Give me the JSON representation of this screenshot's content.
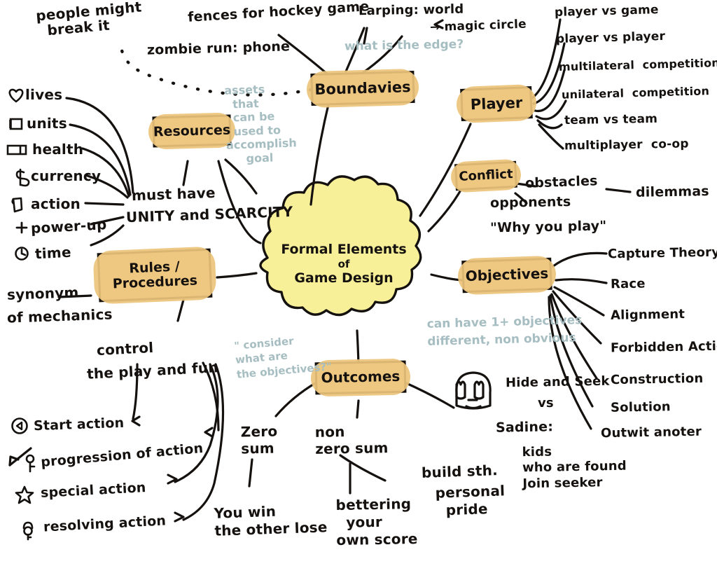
{
  "title": "Formal Elements of Game Design",
  "colors": {
    "ink": "#14110f",
    "node_fill": "#f4ddb4",
    "node_highlight": "#edc47c",
    "cloud_fill": "#f7f099",
    "annotation": "#a6bec1",
    "background": "#ffffff"
  },
  "center": {
    "line1": "Formal Elements",
    "line2": "of",
    "line3": "Game Design"
  },
  "nodes": {
    "boundaries": "Boundavies",
    "player": "Player",
    "conflict": "Conflict",
    "resources": "Resources",
    "rules": "Rules /\nProcedures",
    "objectives": "Objectives",
    "outcomes": "Outcomes"
  },
  "annotations": {
    "assets": "assets\n  that\n  can be\n  used to\naccomplish\n     goal",
    "what_is_the_edge": "what is the edge?",
    "objectives_note": "can have 1+ objectives\ndifferent, non obvious",
    "consider_note": "\" consider\nwhat are\nthe objectives?\""
  },
  "boundaries_branch": {
    "people_might_break_it": "people might\n  break it",
    "fences": "fences for hockey game",
    "zombie_run": "zombie run: phone",
    "larping": "Larping: world",
    "magic_circle": "→ magic circle"
  },
  "player_branch": {
    "items": [
      "player vs game",
      "player vs player",
      "multilateral  competition",
      "unilateral  competition",
      "team vs team",
      "multiplayer  co-op"
    ]
  },
  "conflict_branch": {
    "obstacles": "obstacles",
    "dilemmas": "dilemmas",
    "opponents": "opponents",
    "why_you_play": "\"Why you play\""
  },
  "objectives_branch": {
    "items": [
      "Capture Theory",
      "Race",
      "Alignment",
      "Forbidden Action",
      "Construction",
      "Solution",
      "Outwit anoter"
    ],
    "example": {
      "hide_and_seek": "Hide and Seek",
      "vs": "vs",
      "sadine": "Sadine:",
      "sadine_detail": "kids\nwho are found\nJoin seeker"
    }
  },
  "resources_branch": {
    "items": [
      {
        "icon": "heart-icon",
        "label": "lives"
      },
      {
        "icon": "square-icon",
        "label": "units"
      },
      {
        "icon": "health-bar-icon",
        "label": "health"
      },
      {
        "icon": "dollar-icon",
        "label": "currency"
      },
      {
        "icon": "hand-cursor-icon",
        "label": "action"
      },
      {
        "icon": "plus-icon",
        "label": "power-up"
      },
      {
        "icon": "clock-icon",
        "label": "time"
      }
    ],
    "must_have": "must have",
    "unity_scarcity": "UNITY and SCARCITY"
  },
  "rules_branch": {
    "synonym": "synonym",
    "of_mechanics": "of mechanics",
    "control": "control",
    "play_and_fun": "the play and fun",
    "actions": [
      {
        "icon": "play-circle-icon",
        "label": "Start action"
      },
      {
        "icon": "key-icon",
        "label": "progression of action"
      },
      {
        "icon": "star-icon",
        "label": "special action"
      },
      {
        "icon": "lock-icon",
        "label": "resolving action"
      }
    ]
  },
  "outcomes_branch": {
    "zero_sum": "Zero\nsum",
    "zero_sum_detail": "You win\nthe other lose",
    "non_zero_sum": "non\nzero sum",
    "non_zero_sum_detail": "bettering\n  your\nown score",
    "build_sth": "build sth.",
    "personal_pride": "personal\n  pride"
  }
}
